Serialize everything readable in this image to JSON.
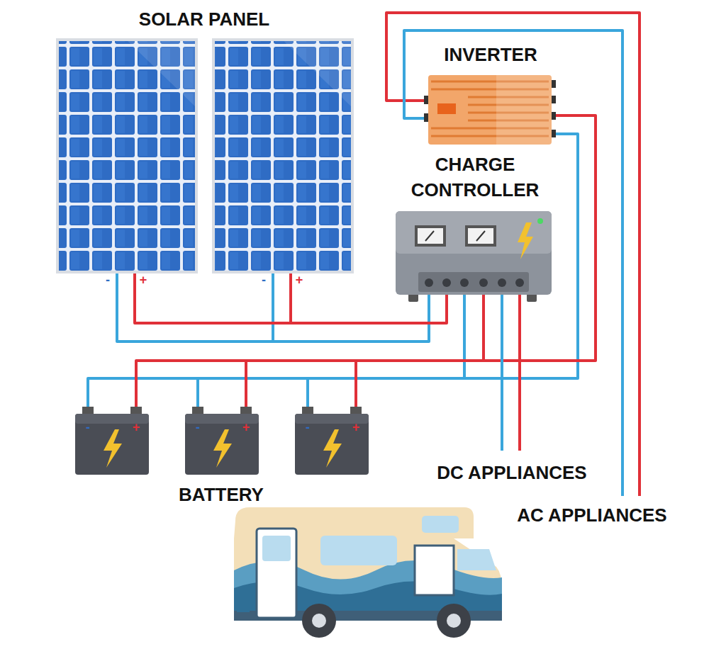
{
  "diagram": {
    "labels": [
      "SOLAR PANEL",
      "INVERTER",
      "CHARGE CONTROLLER",
      "-",
      "+",
      "-",
      "+",
      "-",
      "+",
      "-",
      "+",
      "-",
      "+",
      "BATTERY",
      "DC APPLIANCES",
      "AC APPLIANCES"
    ]
  }
}
